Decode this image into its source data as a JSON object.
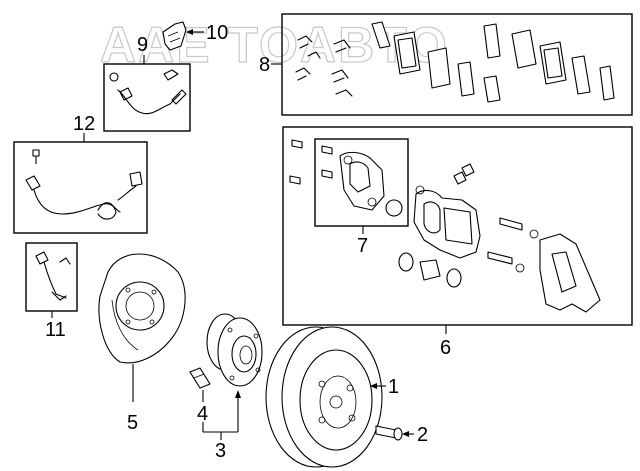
{
  "watermark": "AAE TOABTO",
  "callouts": {
    "c1": "1",
    "c2": "2",
    "c3": "3",
    "c4": "4",
    "c5": "5",
    "c6": "6",
    "c7": "7",
    "c8": "8",
    "c9": "9",
    "c10": "10",
    "c11": "11",
    "c12": "12"
  }
}
